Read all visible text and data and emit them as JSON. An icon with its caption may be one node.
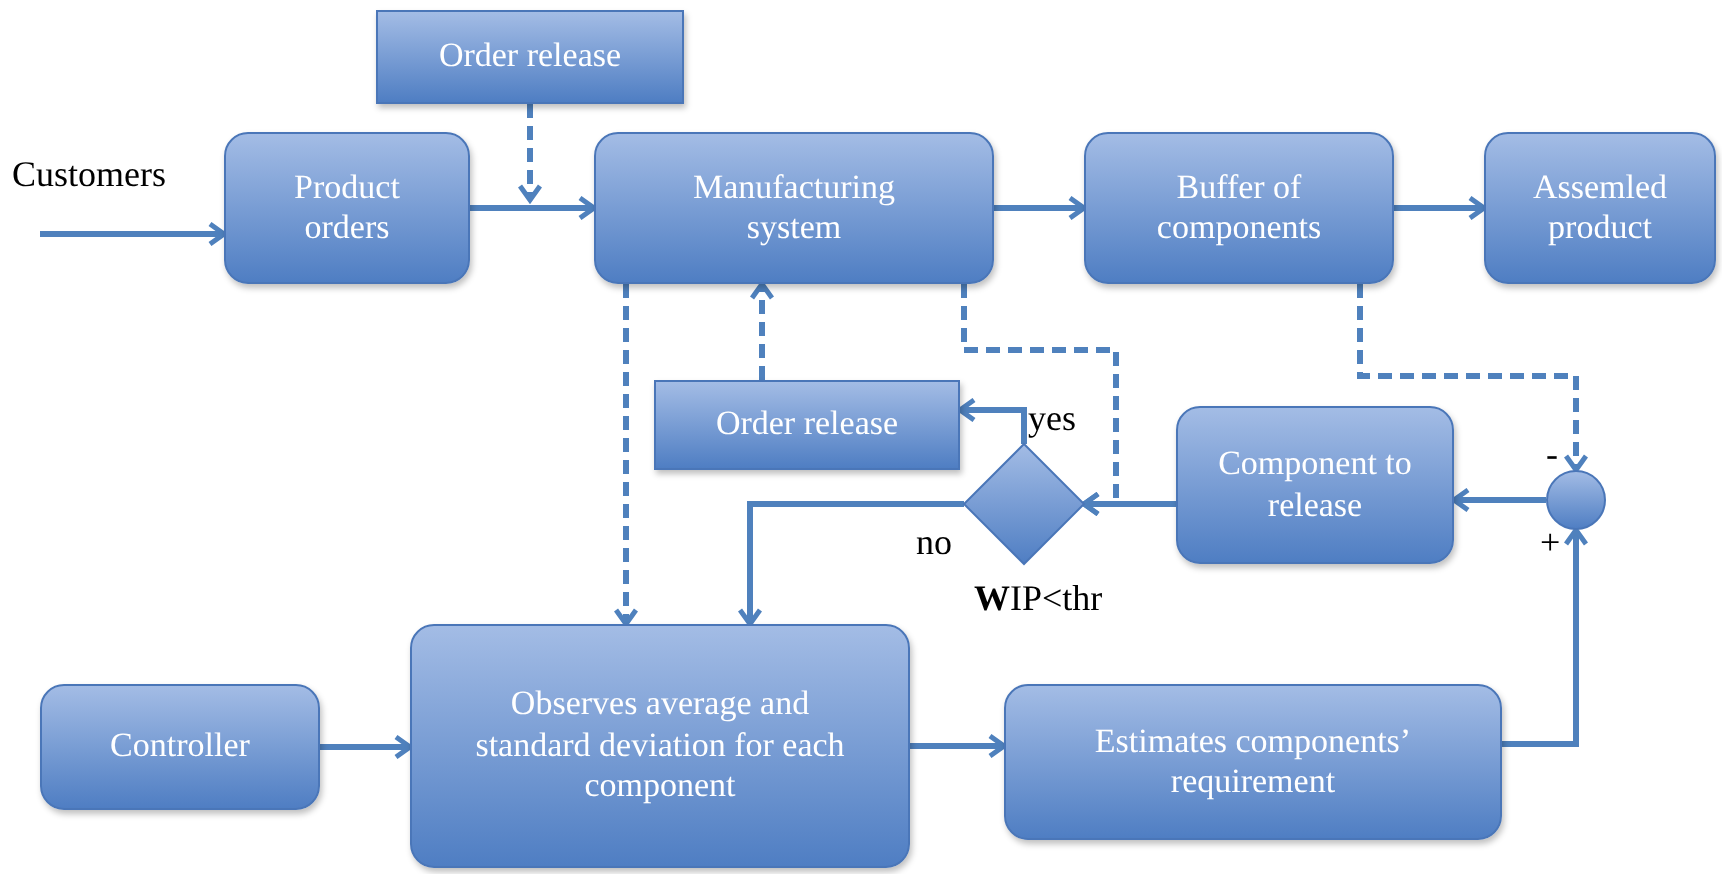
{
  "diagram": {
    "nodes": [
      {
        "text": [
          "Product orders"
        ]
      },
      {
        "text": [
          "Order release"
        ]
      },
      {
        "text": [
          "Manufacturing system"
        ]
      },
      {
        "text": [
          "Buffer of components"
        ]
      },
      {
        "text": [
          "Assemled product"
        ]
      },
      {
        "text": [
          "Order release"
        ]
      },
      {
        "text": [],
        "shape": "diamond",
        "beside": [
          "**W**IP<thr"
        ]
      },
      {
        "text": [
          "Component to release"
        ]
      },
      {
        "text": [],
        "shape": "circle"
      },
      {
        "text": [
          "Controller"
        ]
      },
      {
        "text": [
          "Observes average and standard deviation for each component"
        ]
      },
      {
        "text": [
          "Estimates components’ requirement"
        ]
      }
    ],
    "edges": [
      {
        "from": null,
        "to": 0,
        "arrow": "to"
      },
      {
        "from": 0,
        "to": 2,
        "arrow": "to"
      },
      {
        "from": 1,
        "to": 2,
        "arrow": "to",
        "style": "dashed"
      },
      {
        "from": 2,
        "to": 3,
        "arrow": "to"
      },
      {
        "from": 3,
        "to": 4,
        "arrow": "to"
      },
      {
        "from": 2,
        "to": 10,
        "arrow": "to",
        "style": "dashed"
      },
      {
        "from": 5,
        "to": 2,
        "arrow": "to",
        "style": "dashed"
      },
      {
        "from": 2,
        "to": 6,
        "arrow": "to",
        "style": "dashed"
      },
      {
        "from": 6,
        "to": 5,
        "arrow": "to",
        "label": "yes"
      },
      {
        "from": 6,
        "to": 10,
        "arrow": "to",
        "label": "no"
      },
      {
        "from": 7,
        "to": 6,
        "arrow": "to"
      },
      {
        "from": 3,
        "to": 8,
        "arrow": "to",
        "style": "dashed"
      },
      {
        "from": 8,
        "to": 7,
        "arrow": "to"
      },
      {
        "from": 9,
        "to": 10,
        "arrow": "to"
      },
      {
        "from": 10,
        "to": 11,
        "arrow": "to"
      },
      {
        "from": 11,
        "to": 8,
        "arrow": "to"
      }
    ],
    "labels": [
      "Customers",
      "-",
      "+"
    ]
  }
}
